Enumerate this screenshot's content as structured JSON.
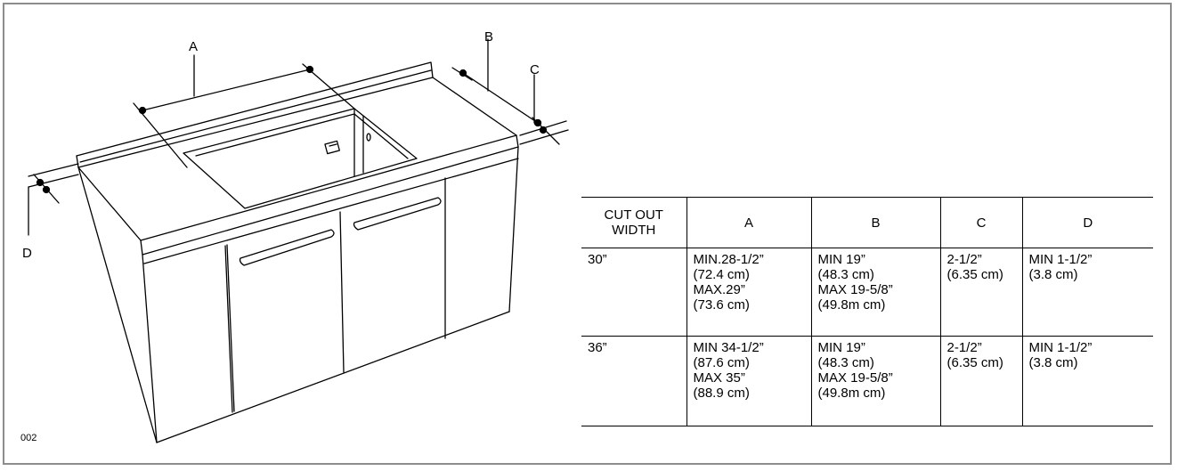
{
  "figure": {
    "number": "002",
    "dimension_labels": {
      "a": "A",
      "b": "B",
      "c": "C",
      "d": "D"
    }
  },
  "table": {
    "headers": [
      "CUT OUT WIDTH",
      "A",
      "B",
      "C",
      "D"
    ],
    "rows": [
      {
        "width": "30”",
        "a": [
          "MIN.28-1/2”",
          "(72.4 cm)",
          "MAX.29”",
          "(73.6 cm)"
        ],
        "b": [
          "MIN 19”",
          "(48.3 cm)",
          "MAX 19-5/8”",
          "(49.8m cm)"
        ],
        "c": [
          "2-1/2”",
          "(6.35 cm)"
        ],
        "d": [
          "MIN 1-1/2”",
          "(3.8 cm)"
        ]
      },
      {
        "width": "36”",
        "a": [
          "MIN 34-1/2”",
          "(87.6 cm)",
          "MAX 35”",
          "(88.9 cm)"
        ],
        "b": [
          "MIN 19”",
          "(48.3 cm)",
          "MAX 19-5/8”",
          "(49.8m cm)"
        ],
        "c": [
          "2-1/2”",
          "(6.35 cm)"
        ],
        "d": [
          "MIN 1-1/2”",
          "(3.8 cm)"
        ]
      }
    ]
  }
}
